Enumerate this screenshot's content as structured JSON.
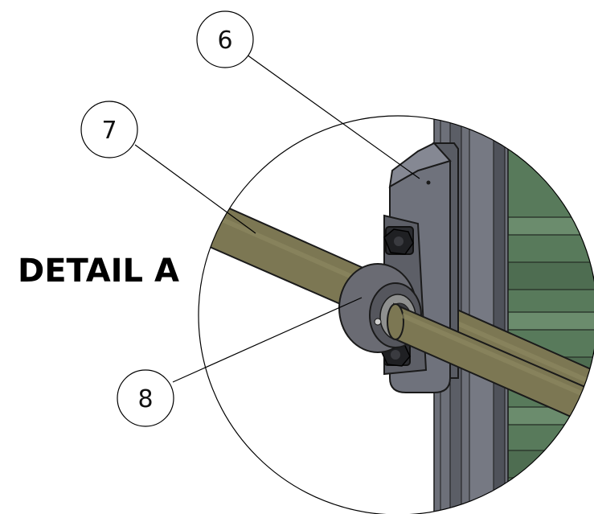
{
  "detail_title": "DETAIL A",
  "balloons": [
    {
      "id": "6",
      "label": "6"
    },
    {
      "id": "7",
      "label": "7"
    },
    {
      "id": "8",
      "label": "8"
    }
  ],
  "colors": {
    "background": "#ffffff",
    "outline": "#000000",
    "frame": "#6d7079",
    "frame_dark": "#4f525a",
    "panel": "#587a5b",
    "panel_dark": "#3f5a42",
    "shaft": "#7c7753",
    "shaft_light": "#908a63",
    "bearing": "#6a6b73",
    "bolt": "#1f2023"
  }
}
